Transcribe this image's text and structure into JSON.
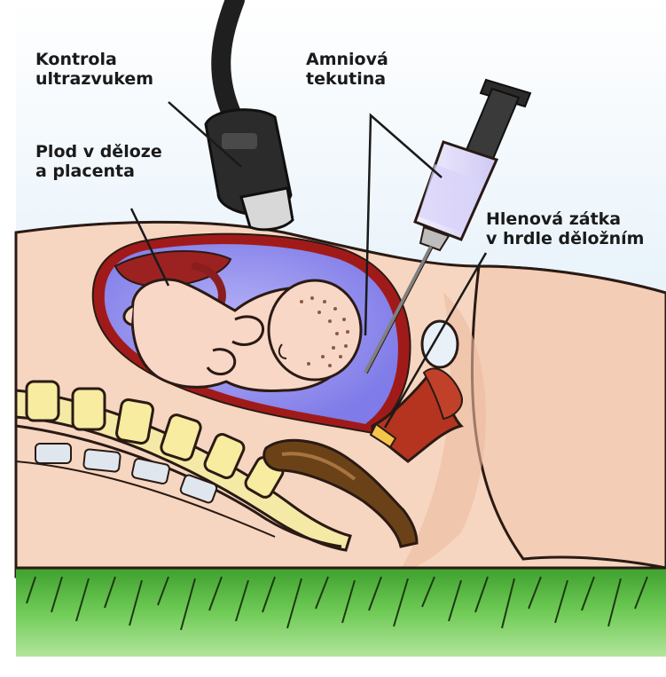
{
  "labels": {
    "ultrasound": {
      "line1": "Kontrola",
      "line2": "ultrazvukem"
    },
    "amniotic": {
      "line1": "Amniová",
      "line2": "tekutina"
    },
    "fetus": {
      "line1": "Plod v děloze",
      "line2": "a placenta"
    },
    "mucus": {
      "line1": "Hlenová zátka",
      "line2": "v hrdle děložním"
    }
  },
  "colors": {
    "sky_top": "#ffffff",
    "sky_bottom": "#d6e9f7",
    "skin": "#f6d6c0",
    "skin_shadow": "#e9b89c",
    "uterus_wall": "#a11a1a",
    "amniotic_fluid": "#8c88ee",
    "amniotic_light": "#b9b6f6",
    "fetus_skin": "#f8d7c6",
    "spine": "#f3e79c",
    "grass": "#5fbf4a",
    "grass_light": "#9bdc86",
    "probe": "#2b2b2b",
    "syringe_fluid": "#e2defa"
  }
}
